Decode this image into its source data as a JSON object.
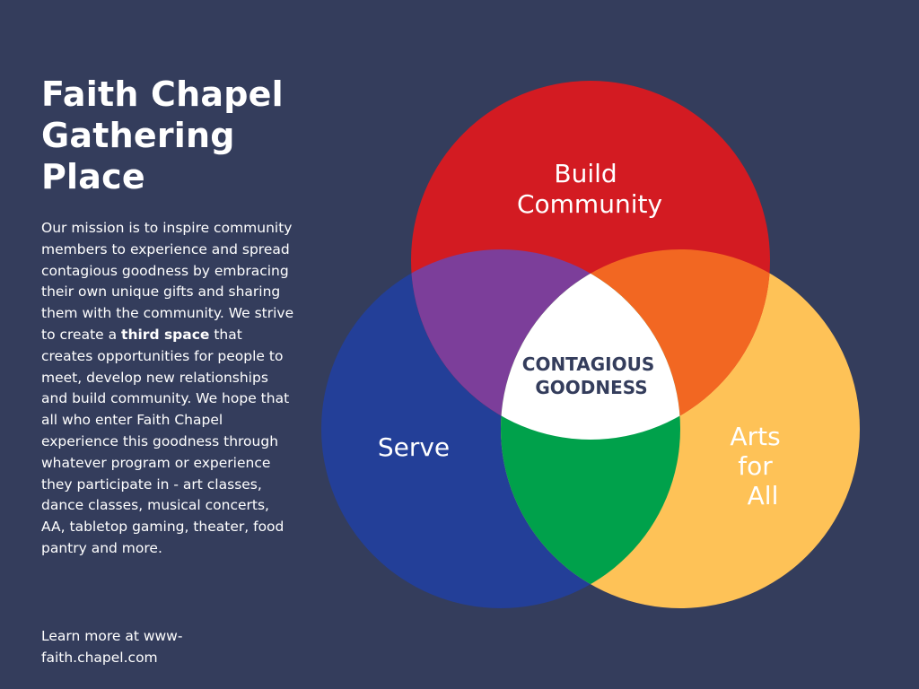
{
  "title_lines": [
    "Faith Chapel",
    "Gathering",
    "Place"
  ],
  "mission": {
    "part1": "Our mission is to inspire community members to experience and spread contagious goodness by embracing their own unique gifts and sharing them with the community.  We strive to create a ",
    "bold": "third space",
    "part2": " that creates opportunities for people to meet, develop new relationships and build community.  We hope that all who enter Faith Chapel experience this goodness through whatever program or experience they participate in - art classes, dance classes, musical concerts, AA, tabletop gaming, theater, food pantry and more."
  },
  "learn_more": {
    "line1": "Learn more at www-",
    "line2": "faith.chapel.com"
  },
  "venn": {
    "top": {
      "line1": "Build",
      "line2": "Community"
    },
    "left": {
      "label": "Serve"
    },
    "right": {
      "line1": "Arts",
      "line2": "for",
      "line3": "All"
    },
    "center": {
      "line1": "CONTAGIOUS",
      "line2": "GOODNESS"
    }
  },
  "colors": {
    "background": "#343d5c",
    "top_circle": "#d31b22",
    "left_circle": "#233f98",
    "right_circle": "#fec257",
    "top_left_overlap": "#7c3e9a",
    "top_right_overlap": "#f26722",
    "left_right_overlap": "#00a14b",
    "center": "#ffffff",
    "center_text": "#343d5c"
  }
}
